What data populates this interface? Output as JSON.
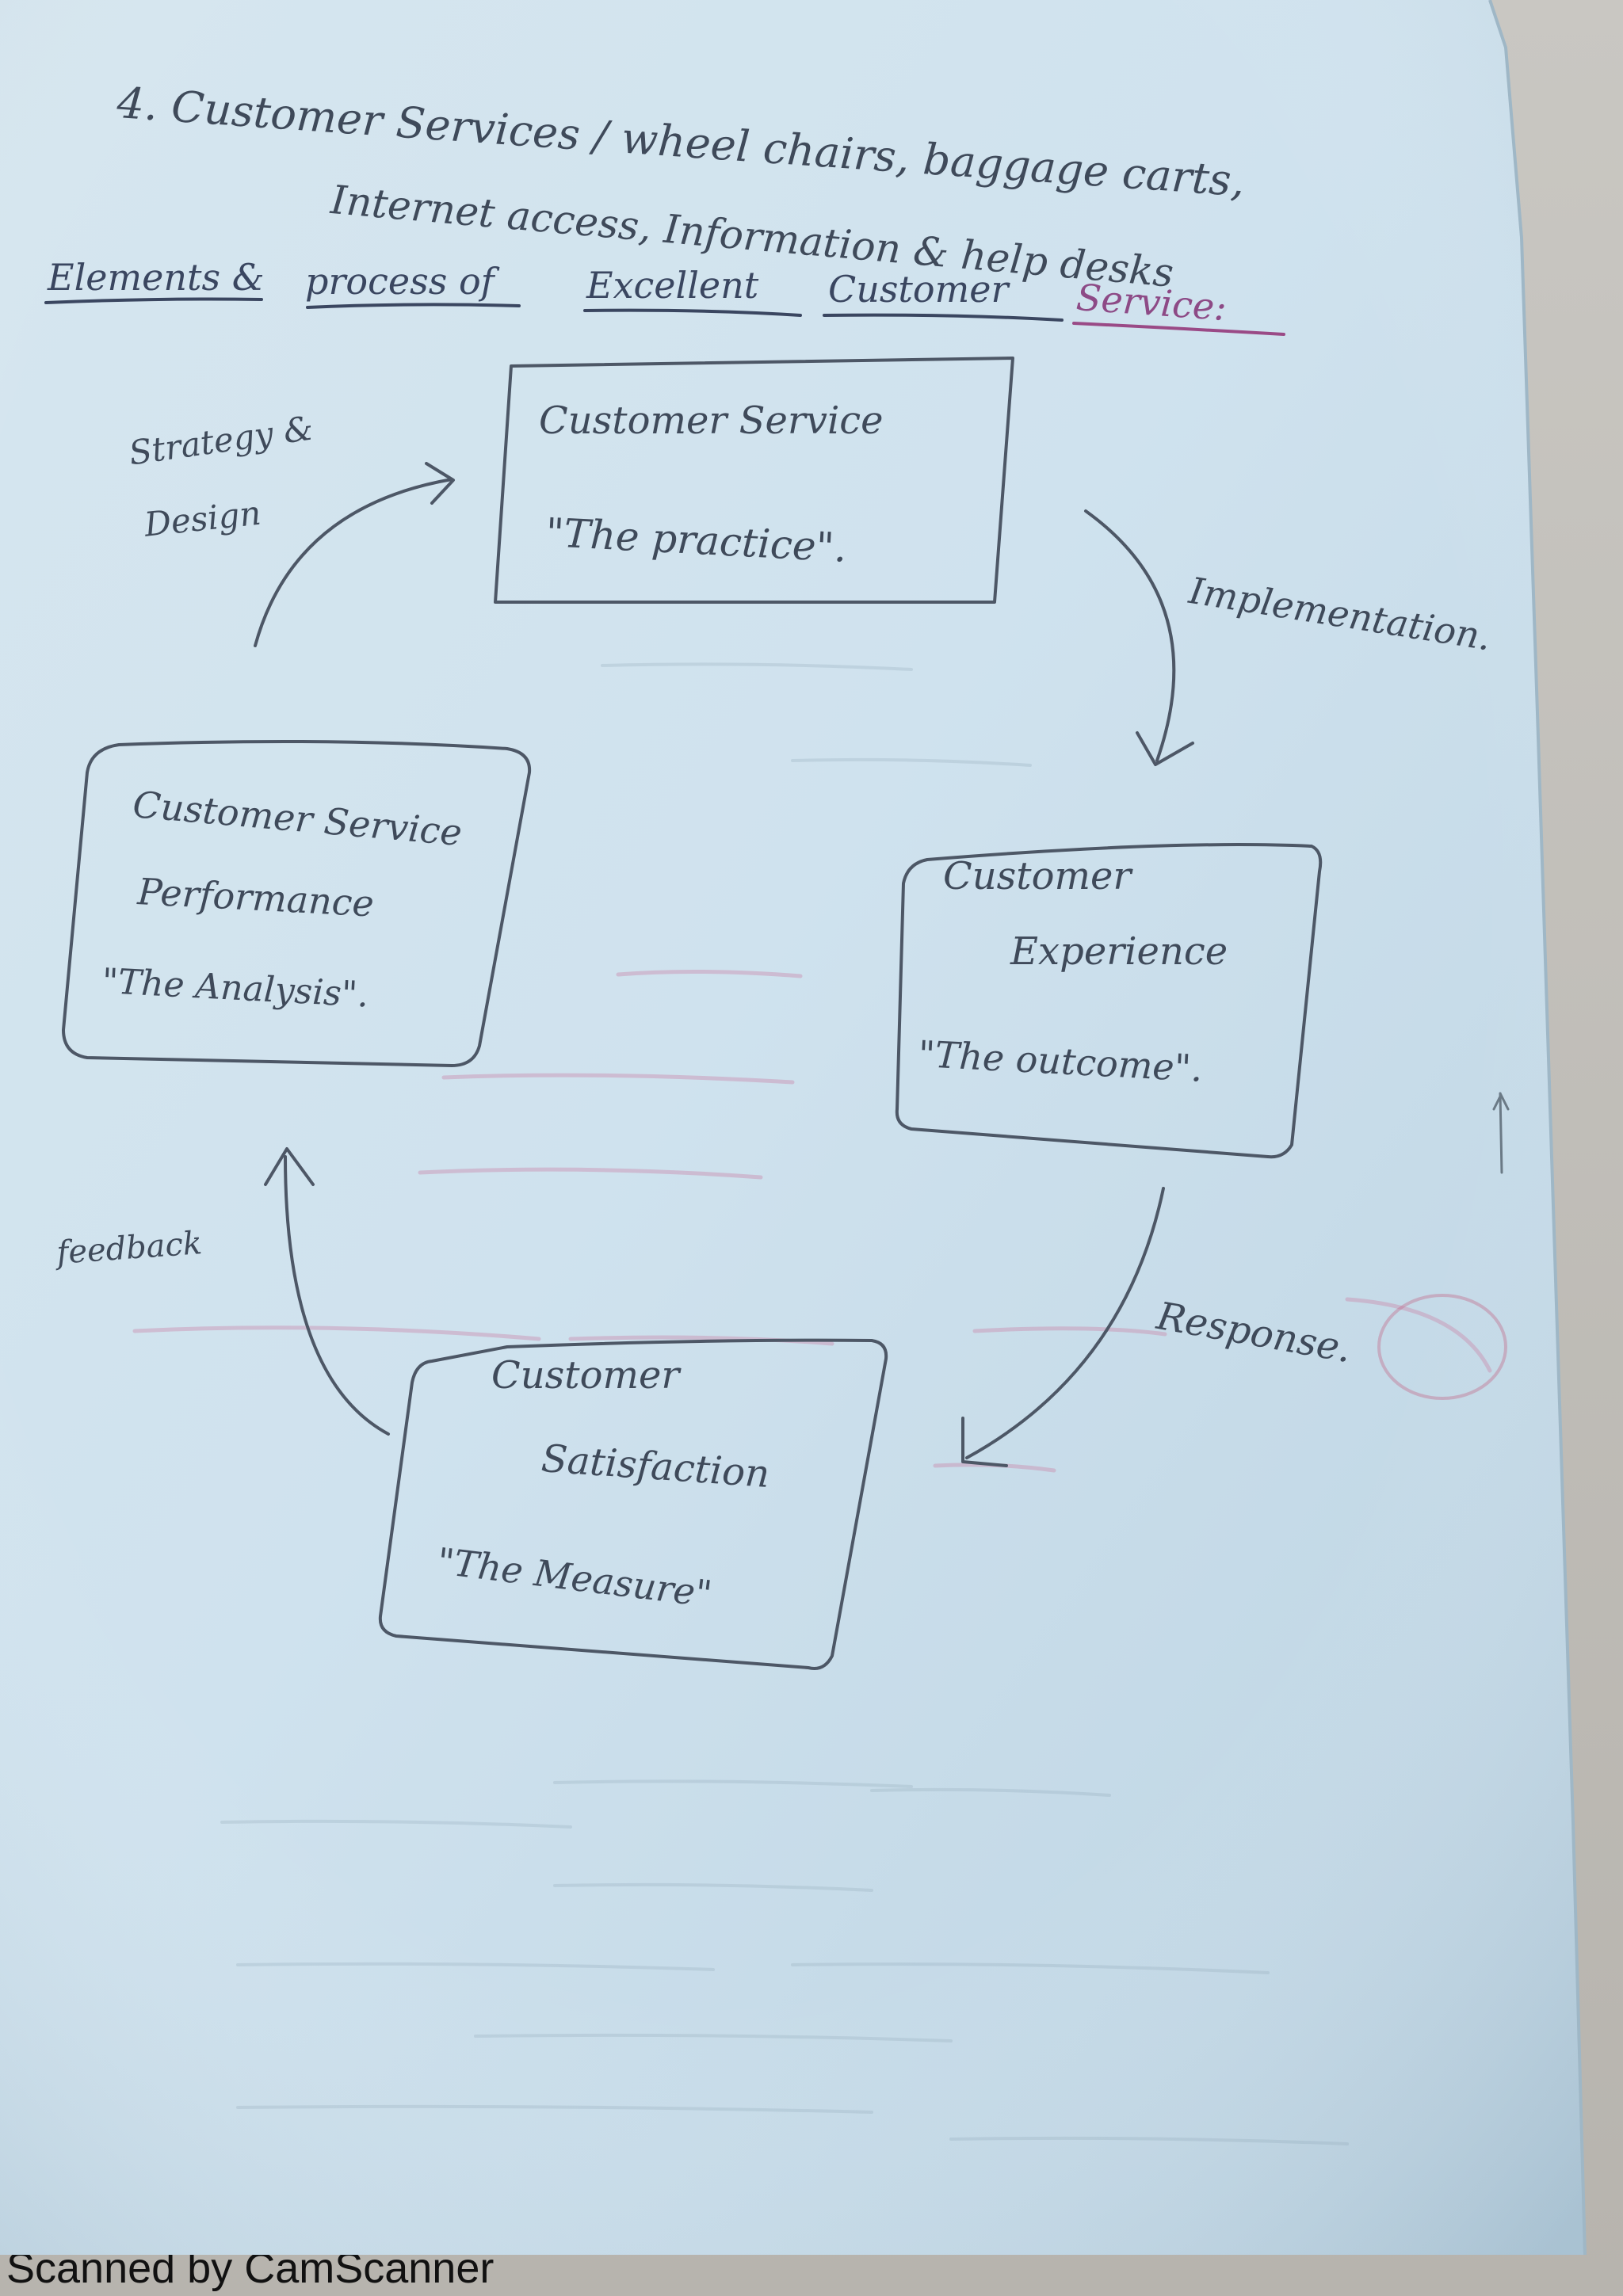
{
  "header": {
    "line1": "4. Customer Services / wheel chairs, baggage carts,",
    "line2": "Internet access, Information & help desks"
  },
  "title": {
    "word1": "Elements &",
    "word2": "process of",
    "word3": "Excellent",
    "word4": "Customer",
    "word5": "Service:"
  },
  "boxes": {
    "practice": {
      "line1": "Customer Service",
      "line2": "\"The practice\"."
    },
    "outcome": {
      "line1": "Customer",
      "line2": "Experience",
      "line3": "\"The outcome\"."
    },
    "measure": {
      "line1": "Customer",
      "line2": "Satisfaction",
      "line3": "\"The Measure\""
    },
    "analysis": {
      "line1": "Customer Service",
      "line2": "Performance",
      "line3": "\"The Analysis\"."
    }
  },
  "arrows": {
    "implementation": "Implementation.",
    "response": "Response.",
    "feedback": "feedback",
    "strategy_line1": "Strategy &",
    "strategy_line2": "Design"
  },
  "footer": {
    "text": "Scanned by CamScanner"
  },
  "colors": {
    "paper": "#cfe1ec",
    "pencil": "#454f5e",
    "pen_blue": "#3a4660",
    "magenta": "#b0487c"
  }
}
